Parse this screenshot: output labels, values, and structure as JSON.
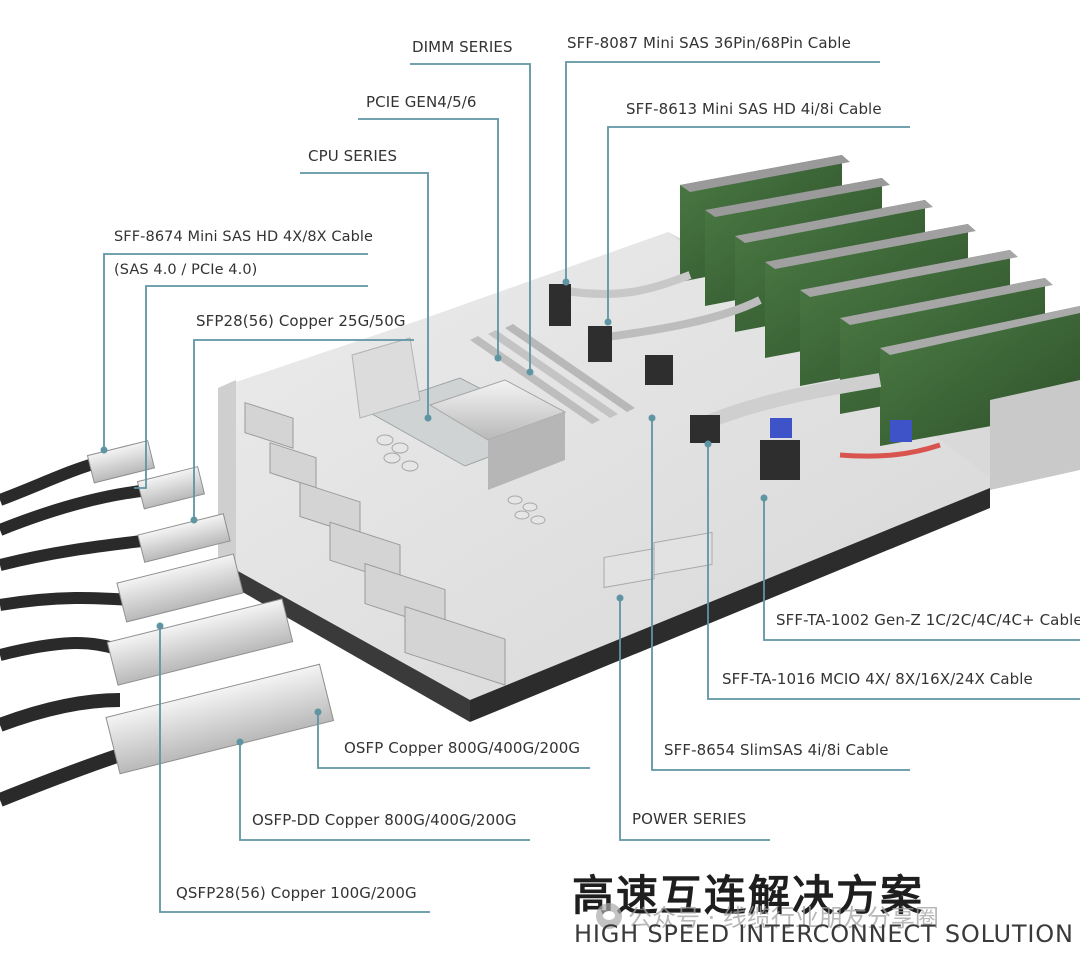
{
  "labels": {
    "dimm": "DIMM SERIES",
    "pcie": "PCIE GEN4/5/6",
    "cpu": "CPU SERIES",
    "sff8087": "SFF-8087 Mini SAS 36Pin/68Pin Cable",
    "sff8613": "SFF-8613 Mini SAS HD 4i/8i Cable",
    "sff8674_line1": "SFF-8674 Mini SAS HD 4X/8X Cable",
    "sff8674_line2": "(SAS 4.0 / PCIe 4.0)",
    "sfp28": "SFP28(56) Copper 25G/50G",
    "sffta1002": "SFF-TA-1002 Gen-Z 1C/2C/4C/4C+ Cable",
    "sffta1016": "SFF-TA-1016 MCIO 4X/ 8X/16X/24X Cable",
    "sff8654": "SFF-8654 SlimSAS 4i/8i Cable",
    "osfp": "OSFP Copper 800G/400G/200G",
    "osfpdd": "OSFP-DD Copper 800G/400G/200G",
    "power": "POWER SERIES",
    "qsfp28": "QSFP28(56) Copper 100G/200G"
  },
  "title": {
    "cn": "高速互连解决方案",
    "en": "HIGH SPEED INTERCONNECT SOLUTION"
  },
  "watermark": {
    "text": "公众号 · 线缆行业朋友分享圈"
  },
  "colors": {
    "leader_line": "#5f95a3",
    "board": "#e3e3e3",
    "board_edge": "#2c2c2c",
    "drive_green": "#3e6b3a",
    "cable_black": "#2a2a2a"
  }
}
